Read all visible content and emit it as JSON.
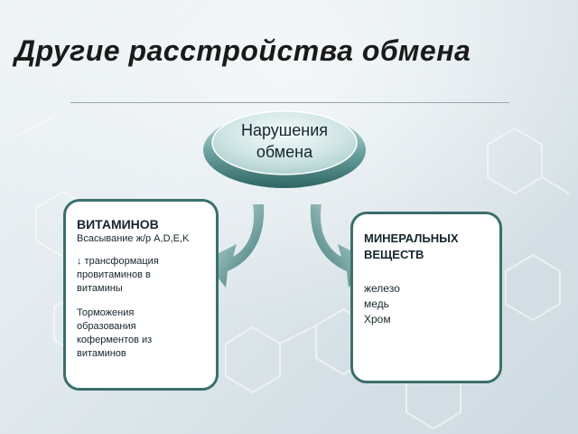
{
  "title": "Другие расстройства обмена",
  "hub": {
    "line1": "Нарушения",
    "line2": "обмена"
  },
  "left_box": {
    "heading": "ВИТАМИНОВ",
    "line1": "Всасывание ж/р A,D,E,K",
    "line2": "↓ трансформация",
    "line3": "провитаминов в",
    "line4": "витамины",
    "line5": "Торможения",
    "line6": "образования",
    "line7": "коферментов из",
    "line8": "витаминов"
  },
  "right_box": {
    "heading1": "МИНЕРАЛЬНЫХ",
    "heading2": "ВЕЩЕСТВ",
    "item1": "железо",
    "item2": "медь",
    "item3": "Хром"
  },
  "colors": {
    "box_border": "#3b6f6c",
    "hub_fill": "#bfd9da",
    "arrow_fill": "#5e9b98"
  },
  "icons": [
    "curved-arrow-left-icon",
    "curved-arrow-right-icon"
  ]
}
